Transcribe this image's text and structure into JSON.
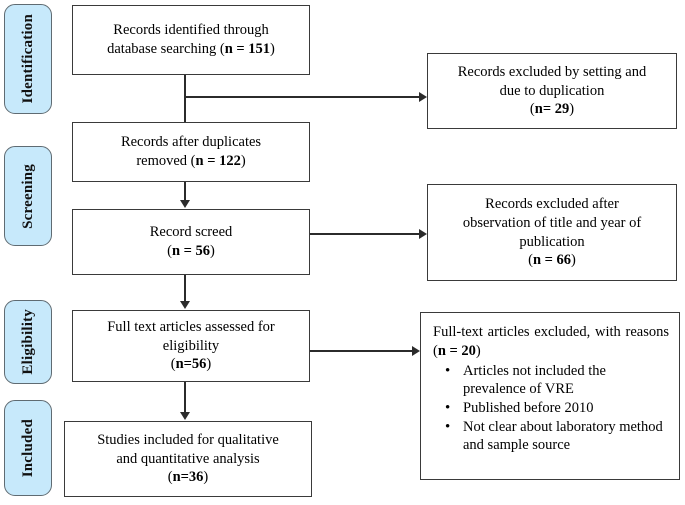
{
  "diagram": {
    "type": "prisma-flow-diagram",
    "title": "PRISMA study selection flow diagram",
    "colors": {
      "stage_tab_fill": "#c7e9fb",
      "stage_tab_border": "#5f6b72",
      "box_border": "#3a3a3a",
      "connector": "#2b2b2b",
      "background": "#ffffff",
      "text": "#000000"
    }
  },
  "stages": [
    {
      "id": "identification",
      "label": "Identification"
    },
    {
      "id": "screening",
      "label": "Screening"
    },
    {
      "id": "eligibility",
      "label": "Eligibility"
    },
    {
      "id": "included",
      "label": "Included"
    }
  ],
  "flow_boxes": [
    {
      "id": "records-identified",
      "line1": "Records identified through",
      "line2_prefix": "database searching (",
      "line2_bold": "n = 151",
      "line2_suffix": ")"
    },
    {
      "id": "records-after-duplicates",
      "line1": "Records after duplicates",
      "line2_prefix": "removed (",
      "line2_bold": "n = 122",
      "line2_suffix": ")"
    },
    {
      "id": "records-screened",
      "line1": "Record screed",
      "line2_prefix": "(",
      "line2_bold": "n = 56",
      "line2_suffix": ")"
    },
    {
      "id": "full-text-assessed",
      "line1": "Full text articles assessed for",
      "line2": "eligibility",
      "line3_prefix": "(",
      "line3_bold": "n=56",
      "line3_suffix": ")"
    },
    {
      "id": "studies-included",
      "line1": "Studies included for qualitative",
      "line2": "and quantitative analysis",
      "line3_prefix": "(",
      "line3_bold": "n=36",
      "line3_suffix": ")"
    }
  ],
  "exclusion_boxes": [
    {
      "id": "excluded-setting-duplication",
      "line1": "Records excluded by setting and",
      "line2": "due to duplication",
      "line3_prefix": "(",
      "line3_bold": "n= 29",
      "line3_suffix": ")"
    },
    {
      "id": "excluded-title-year",
      "line1": "Records excluded after",
      "line2": "observation of title and year of",
      "line3": "publication",
      "line4_prefix": "(",
      "line4_bold": "n = 66",
      "line4_suffix": ")"
    }
  ],
  "reasons_box": {
    "id": "excluded-with-reasons",
    "head_prefix": "Full-text articles excluded, with reasons (",
    "head_bold": "n = 20",
    "head_suffix": ")",
    "items": [
      "Articles not included the prevalence of VRE",
      "Published before 2010",
      "Not clear about laboratory method and sample source"
    ]
  }
}
